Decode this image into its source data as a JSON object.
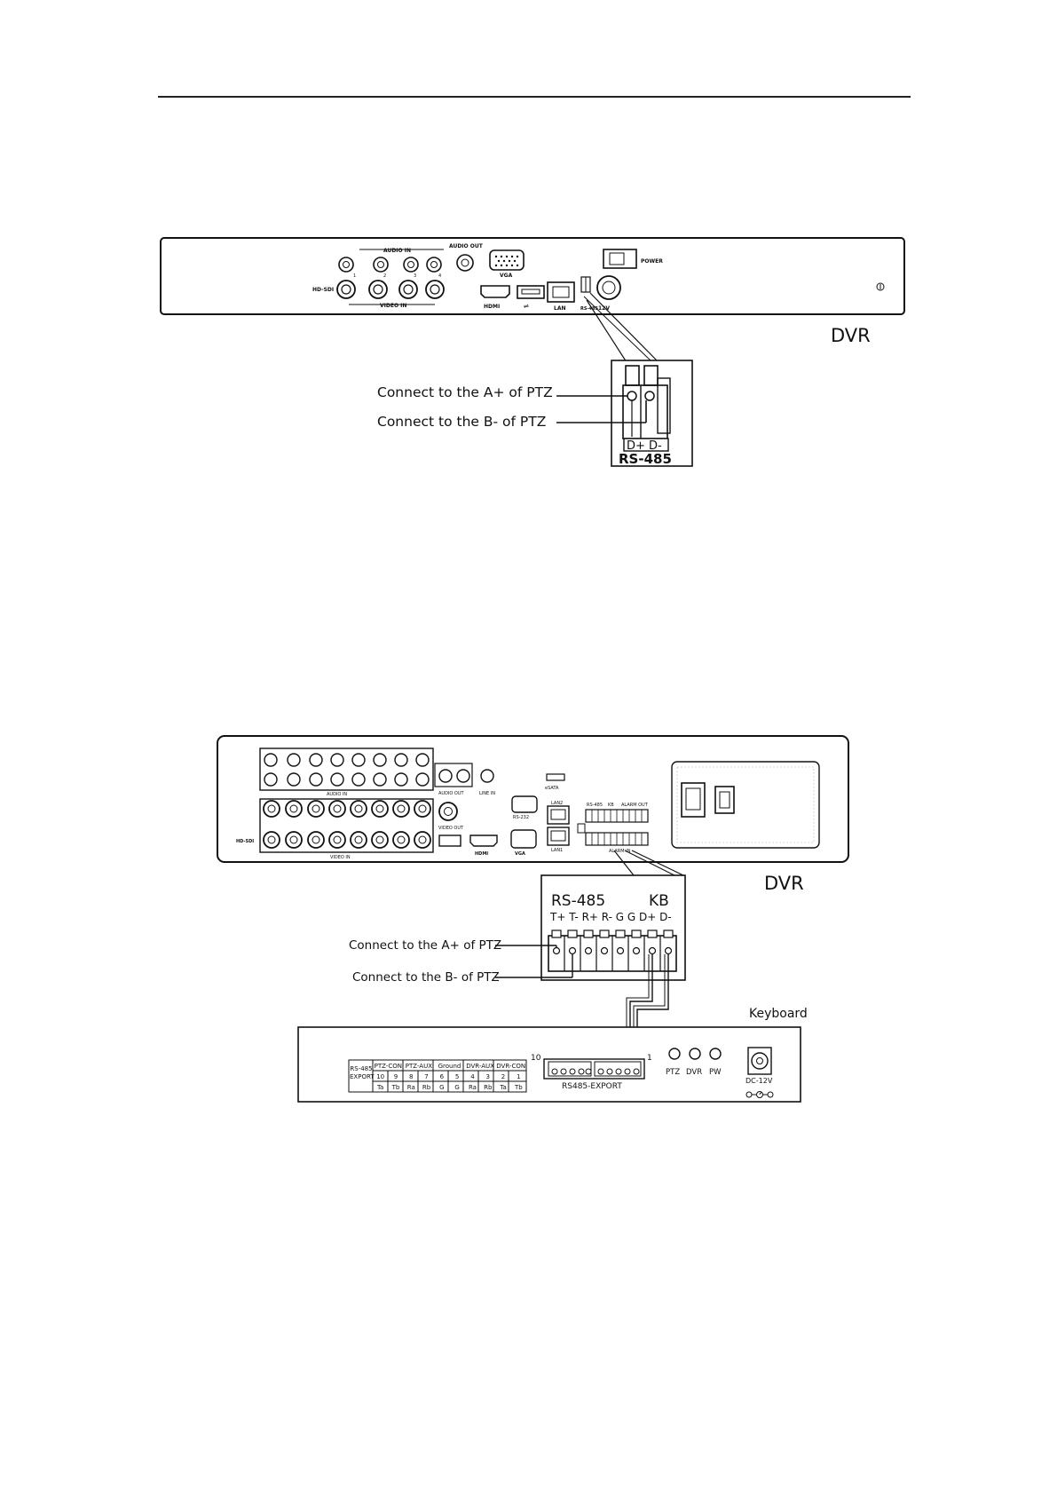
{
  "figure1": {
    "dvr_label": "DVR",
    "panel_labels": {
      "audio_in": "AUDIO IN",
      "audio_out": "AUDIO OUT",
      "vga": "VGA",
      "power": "POWER",
      "hd_sdi": "HD-SDI",
      "video_in": "VIDEO IN",
      "hdmi": "HDMI",
      "lan": "LAN",
      "rs485": "RS-485",
      "dc12v": "12V",
      "ch1": "1",
      "ch2": "2",
      "ch3": "3",
      "ch4": "4"
    },
    "callout_a": "Connect to the A+ of PTZ",
    "callout_b": "Connect to the B- of PTZ",
    "zoom_terminal": "D+ D-",
    "zoom_title": "RS-485"
  },
  "figure2": {
    "dvr_label": "DVR",
    "panel_labels": {
      "audio_in": "AUDIO IN",
      "audio_out": "AUDIO OUT",
      "line_in": "LINE IN",
      "esata": "eSATA",
      "rs232": "RS-232",
      "lan2": "LAN2",
      "lan1": "LAN1",
      "rs485": "RS-485",
      "kb": "KB",
      "alarm_out": "ALARM OUT",
      "alarm_in": "ALARM IN",
      "hd_sdi": "HD-SDI",
      "video_in": "VIDEO IN",
      "video_out": "VIDEO OUT",
      "hdmi": "HDMI",
      "vga": "VGA"
    },
    "zoom_rs485": "RS-485",
    "zoom_kb": "KB",
    "zoom_pins": "T+ T- R+ R- G G D+ D-",
    "callout_a": "Connect to the A+ of PTZ",
    "callout_b": "Connect to the B- of PTZ",
    "keyboard_label": "Keyboard",
    "keyboard": {
      "table_row_header": "RS-485 EXPORT",
      "groups": [
        "PTZ-CON",
        "PTZ-AUX",
        "Ground",
        "DVR-AUX",
        "DVR-CON"
      ],
      "numbers": [
        "10",
        "9",
        "8",
        "7",
        "6",
        "5",
        "4",
        "3",
        "2",
        "1"
      ],
      "signals": [
        "Ta",
        "Tb",
        "Ra",
        "Rb",
        "G",
        "G",
        "Ra",
        "Rb",
        "Ta",
        "Tb"
      ],
      "export_label": "RS485-EXPORT",
      "pin_left": "10",
      "pin_right": "1",
      "led_ptz": "PTZ",
      "led_dvr": "DVR",
      "led_pw": "PW",
      "dc_label": "DC-12V"
    }
  }
}
